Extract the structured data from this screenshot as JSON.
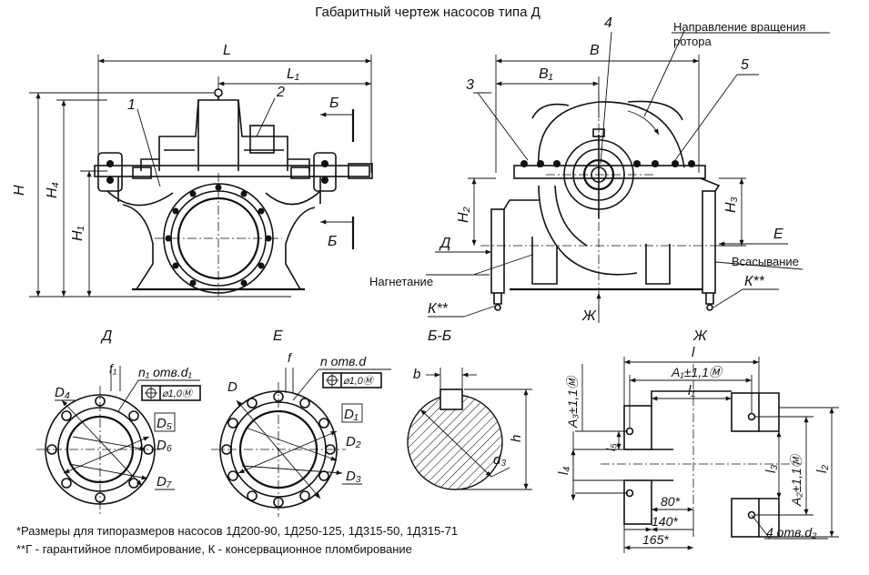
{
  "title": "Габаритный чертеж насосов типа Д",
  "front_view": {
    "dims": {
      "L": "L",
      "L1": "L₁",
      "H": "H",
      "H4": "H₄",
      "H1": "H₁"
    },
    "callouts": [
      "1",
      "2"
    ],
    "section_mark": "Б"
  },
  "side_view": {
    "dims": {
      "B": "B",
      "B1": "B₁",
      "H2": "H₂",
      "H3": "H₃"
    },
    "callouts": [
      "3",
      "4",
      "5"
    ],
    "rotation_label_1": "Направление вращения",
    "rotation_label_2": "ротора",
    "discharge_label": "Нагнетание",
    "suction_label": "Всасывание",
    "arrow_D": "Д",
    "arrow_E": "E",
    "seal_left": "К**",
    "seal_right": "К**",
    "section_label": "Б-Б",
    "view_mark": "Ж"
  },
  "flange_D": {
    "title": "Д",
    "f1": "f₁",
    "holes": "n₁ отв.d₁",
    "tolerance": "⌀1,0Ⓜ",
    "dims": {
      "D4": "D₄",
      "D5": "D₅",
      "D6": "D₆",
      "D7": "D₇"
    }
  },
  "flange_E": {
    "title": "E",
    "f": "f",
    "holes": "n отв.d",
    "tolerance": "⌀1,0Ⓜ",
    "dims": {
      "D": "D",
      "D1": "D₁",
      "D2": "D₂",
      "D3": "D₃"
    }
  },
  "shaft_section": {
    "b": "b",
    "h": "h",
    "d3": "d₃"
  },
  "view_J": {
    "title": "Ж",
    "l": "l",
    "A1": "A₁±1,1Ⓜ",
    "l1": "l₁",
    "A3": "A₃±1,1Ⓜ",
    "l5": "l₅",
    "l4": "l₄",
    "l3": "l₃",
    "A2": "A₂±1,1Ⓜ",
    "l2": "l₂",
    "d80": "80*",
    "d140": "140*",
    "d165": "165*",
    "holes": "4 отв.d₂"
  },
  "notes": {
    "note1": "*Размеры для типоразмеров насосов 1Д200-90, 1Д250-125, 1Д315-50, 1Д315-71",
    "note2": "**Г - гарантийное пломбирование, К - консервационное пломбирование"
  }
}
